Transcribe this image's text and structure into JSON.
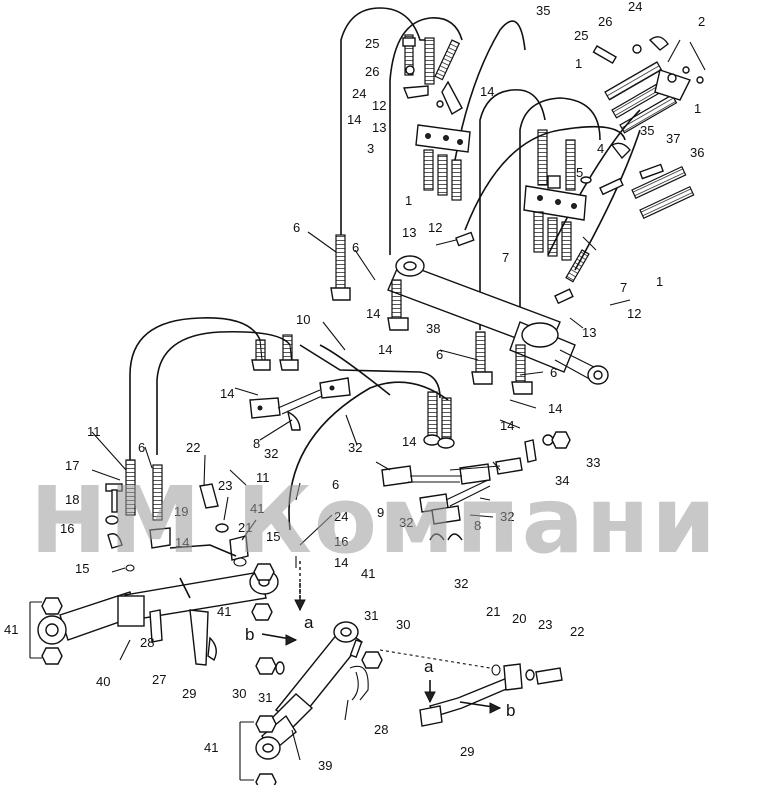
{
  "watermark": "НМ Компани",
  "labels": [
    "1",
    "2",
    "3",
    "4",
    "5",
    "6",
    "7",
    "8",
    "9",
    "10",
    "11",
    "12",
    "13",
    "14",
    "15",
    "16",
    "17",
    "18",
    "19",
    "20",
    "21",
    "22",
    "23",
    "24",
    "25",
    "26",
    "27",
    "28",
    "29",
    "30",
    "31",
    "32",
    "33",
    "34",
    "35",
    "36",
    "37",
    "38",
    "39",
    "40",
    "41"
  ],
  "view_markers": {
    "a": "a",
    "b": "b"
  }
}
